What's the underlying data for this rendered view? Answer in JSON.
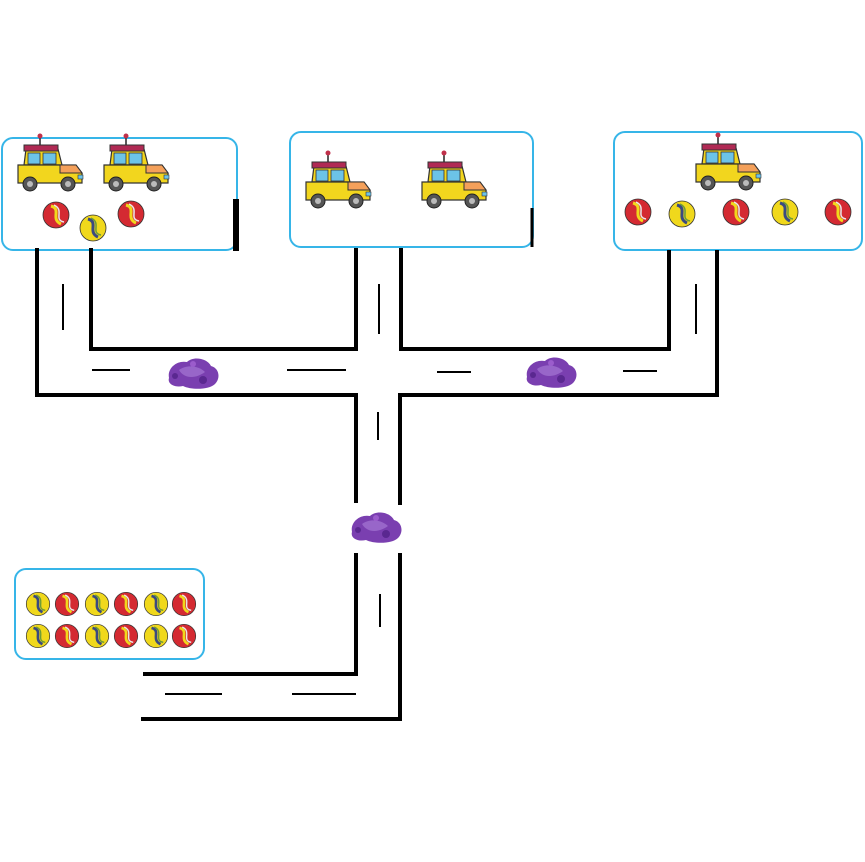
{
  "diagram": {
    "type": "road-map-puzzle",
    "boxes": [
      {
        "id": "top-left",
        "cars": 2,
        "marbles": [
          "red",
          "yellow",
          "red"
        ]
      },
      {
        "id": "top-middle",
        "cars": 2,
        "marbles": []
      },
      {
        "id": "top-right",
        "cars": 1,
        "marbles": [
          "red",
          "yellow",
          "red",
          "yellow",
          "red"
        ]
      },
      {
        "id": "bottom-left",
        "cars": 0,
        "marbles": [
          "yellow",
          "red",
          "yellow",
          "red",
          "yellow",
          "red",
          "yellow",
          "red",
          "yellow",
          "red",
          "yellow",
          "red"
        ]
      }
    ],
    "hidden_items": 3,
    "icons": [
      "car-icon",
      "marble-icon",
      "smudge-icon"
    ]
  },
  "colors": {
    "box_border": "#36b5e8",
    "road": "#000000",
    "car_body": "#f2d61e",
    "car_roof": "#b02a54",
    "car_window": "#6cc3e8",
    "car_hood": "#f4a05a",
    "marble_red": "#d42a32",
    "marble_yellow": "#f0d81c",
    "smudge": "#7a3fb0"
  }
}
